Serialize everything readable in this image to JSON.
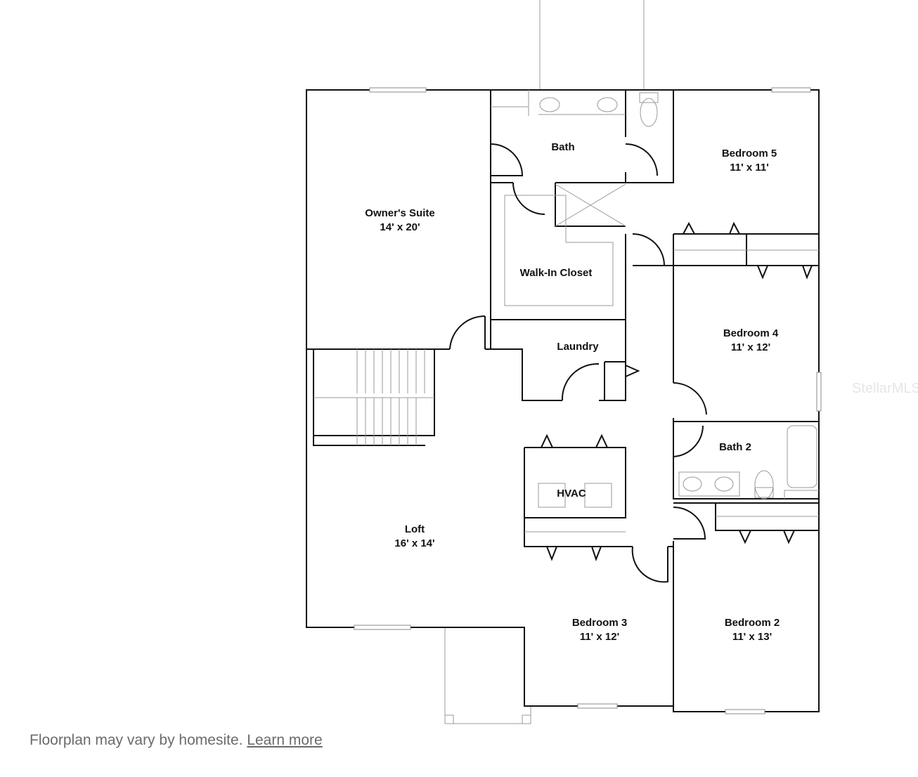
{
  "floorplan": {
    "rooms": [
      {
        "name": "Owner's Suite",
        "size": "14' x 20'"
      },
      {
        "name": "Bath",
        "size": ""
      },
      {
        "name": "Walk-In Closet",
        "size": ""
      },
      {
        "name": "Laundry",
        "size": ""
      },
      {
        "name": "Bedroom 5",
        "size": "11' x 11'"
      },
      {
        "name": "Bedroom 4",
        "size": "11' x 12'"
      },
      {
        "name": "Bath 2",
        "size": ""
      },
      {
        "name": "HVAC",
        "size": ""
      },
      {
        "name": "Loft",
        "size": "16' x 14'"
      },
      {
        "name": "Bedroom 3",
        "size": "11' x 12'"
      },
      {
        "name": "Bedroom 2",
        "size": "11' x 13'"
      }
    ]
  },
  "footer": {
    "note": "Floorplan may vary by homesite.",
    "link": "Learn more"
  },
  "watermark": "StellarMLS"
}
